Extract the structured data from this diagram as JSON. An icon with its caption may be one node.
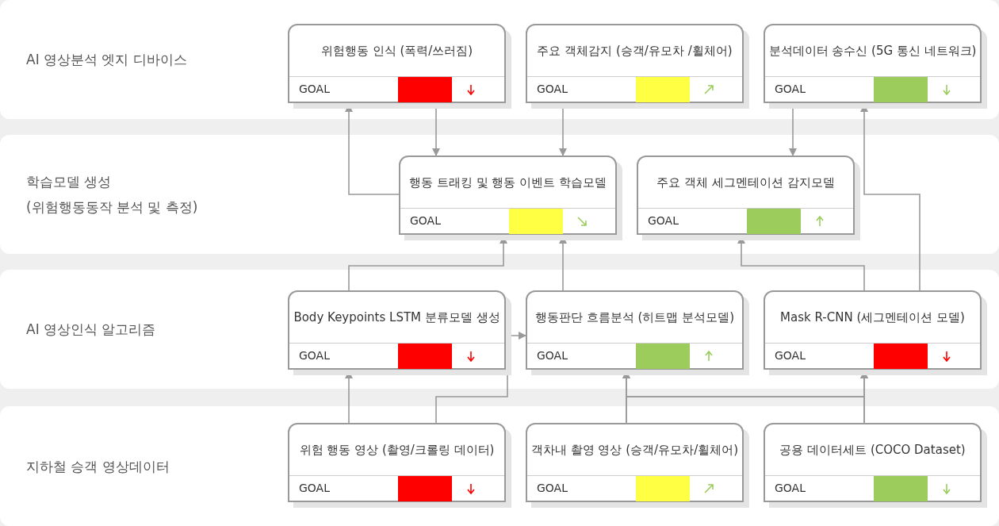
{
  "diagram": {
    "nodes": [
      {
        "text": [
          "AI 영상분석 엣지 디바이스"
        ]
      },
      {
        "text": [
          "위험행동 인식 (폭력/쓰러짐)",
          "GOAL"
        ],
        "in": 0
      },
      {
        "text": [
          "주요 객체감지 (승객/유모차 /휠체어)",
          "GOAL"
        ],
        "in": 0
      },
      {
        "text": [
          "분석데이터 송수신 (5G 통신 네트워크)",
          "GOAL"
        ],
        "in": 0
      },
      {
        "text": [
          "학습모델 생성",
          "(위험행동동작 분석 및 측정)"
        ]
      },
      {
        "text": [
          "행동 트래킹 및 행동 이벤트 학습모델",
          "GOAL"
        ],
        "in": 4
      },
      {
        "text": [
          "주요 객체 세그멘테이션 감지모델",
          "GOAL"
        ],
        "in": 4
      },
      {
        "text": [
          "AI 영상인식 알고리즘"
        ]
      },
      {
        "text": [
          "Body Keypoints LSTM 분류모델 생성",
          "GOAL"
        ],
        "in": 7
      },
      {
        "text": [
          "행동판단 흐름분석 (히트맵 분석모델)",
          "GOAL"
        ],
        "in": 7
      },
      {
        "text": [
          "Mask R-CNN (세그멘테이션 모델)",
          "GOAL"
        ],
        "in": 7
      },
      {
        "text": [
          "지하철 승객 영상데이터"
        ]
      },
      {
        "text": [
          "위험 행동 영상 (촬영/크롤링 데이터)",
          "GOAL"
        ],
        "in": 11
      },
      {
        "text": [
          "객차내 촬영 영상 (승객/유모차/휠체어)",
          "GOAL"
        ],
        "in": 11
      },
      {
        "text": [
          "공용 데이터세트 (COCO Dataset)",
          "GOAL"
        ],
        "in": 11
      }
    ],
    "edges": [
      {
        "from": 5,
        "to": 1,
        "arrow": "to"
      },
      {
        "from": 1,
        "to": 5,
        "arrow": "to"
      },
      {
        "from": 2,
        "to": 5,
        "arrow": "to"
      },
      {
        "from": 3,
        "to": 6,
        "arrow": "to"
      },
      {
        "from": 10,
        "to": 3,
        "arrow": "to"
      },
      {
        "from": 10,
        "to": 6,
        "arrow": "to"
      },
      {
        "from": 8,
        "to": 5,
        "arrow": "to"
      },
      {
        "from": 9,
        "to": 5,
        "arrow": "to"
      },
      {
        "from": 12,
        "to": 8,
        "arrow": "to"
      },
      {
        "from": 12,
        "to": 9,
        "arrow": "to"
      },
      {
        "from": 13,
        "to": 9,
        "arrow": "to"
      },
      {
        "from": 13,
        "to": 10,
        "arrow": "to"
      },
      {
        "from": 14,
        "to": 9,
        "arrow": "to"
      },
      {
        "from": 14,
        "to": 10,
        "arrow": "to"
      }
    ]
  }
}
